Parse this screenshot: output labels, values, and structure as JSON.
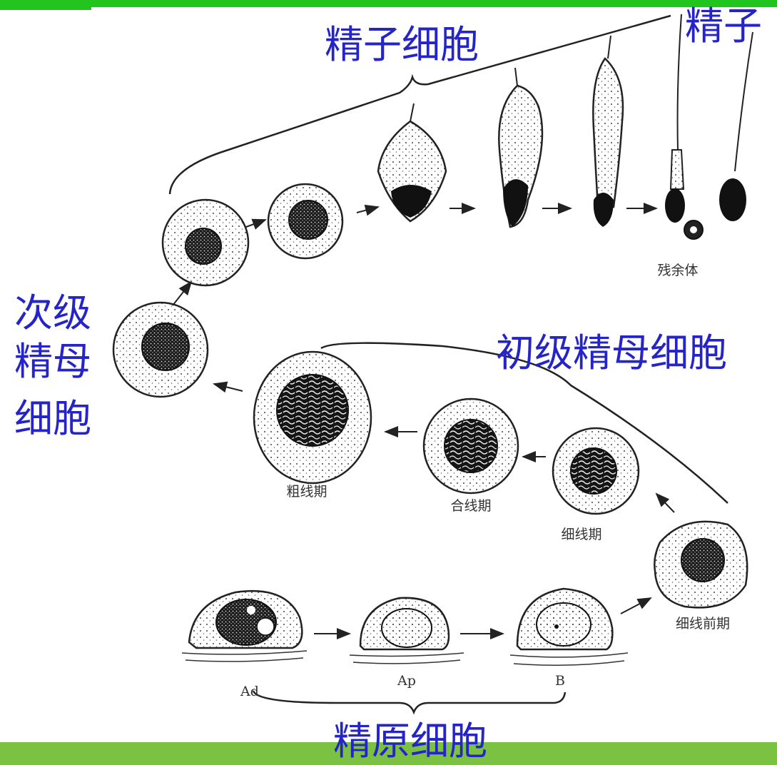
{
  "labels": {
    "spermatid": "精子细胞",
    "sperm": "精子",
    "secondary_spermatocyte": [
      "次级",
      "精母",
      "细胞"
    ],
    "primary_spermatocyte": "初级精母细胞",
    "spermatogonia": "精原细胞"
  },
  "small_labels": {
    "residual_body": "残余体",
    "pachytene": "粗线期",
    "zygotene": "合线期",
    "leptotene": "细线期",
    "preleptotene": "细线前期",
    "ad": "Ad",
    "ap": "Ap",
    "b": "B"
  },
  "colors": {
    "label_blue": "#2424c8",
    "top_bar": "#22c41e",
    "bottom_bar": "#7cc242"
  }
}
